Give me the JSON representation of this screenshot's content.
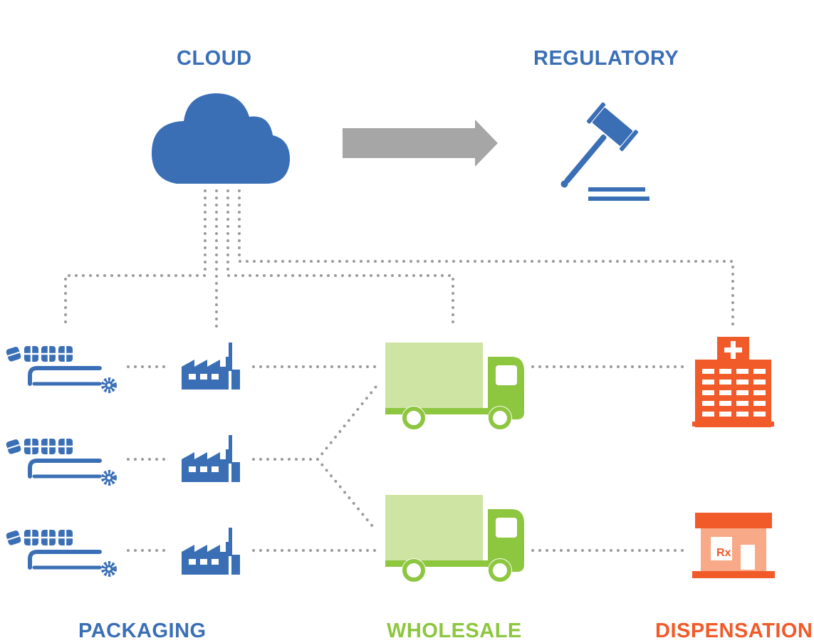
{
  "labels": {
    "cloud": "CLOUD",
    "regulatory": "REGULATORY",
    "packaging": "PACKAGING",
    "wholesale": "WHOLESALE",
    "dispensation": "DISPENSATION"
  },
  "icons": {
    "cloud": "cloud-icon",
    "regulatory": "gavel-icon",
    "arrow": "arrow-right-icon",
    "packaging": "conveyor-packaging-icon",
    "factory": "factory-icon",
    "truck": "truck-icon",
    "hospital": "hospital-icon",
    "pharmacy": "pharmacy-icon",
    "pharmacy_sign": "Rx"
  },
  "colors": {
    "blue": "#3a6fb6",
    "gray": "#a6a6a6",
    "dots": "#9a9a9a",
    "green": "#8dc63f",
    "green_light": "#cde4a3",
    "orange": "#f15a29",
    "orange_light": "#f8a987"
  }
}
